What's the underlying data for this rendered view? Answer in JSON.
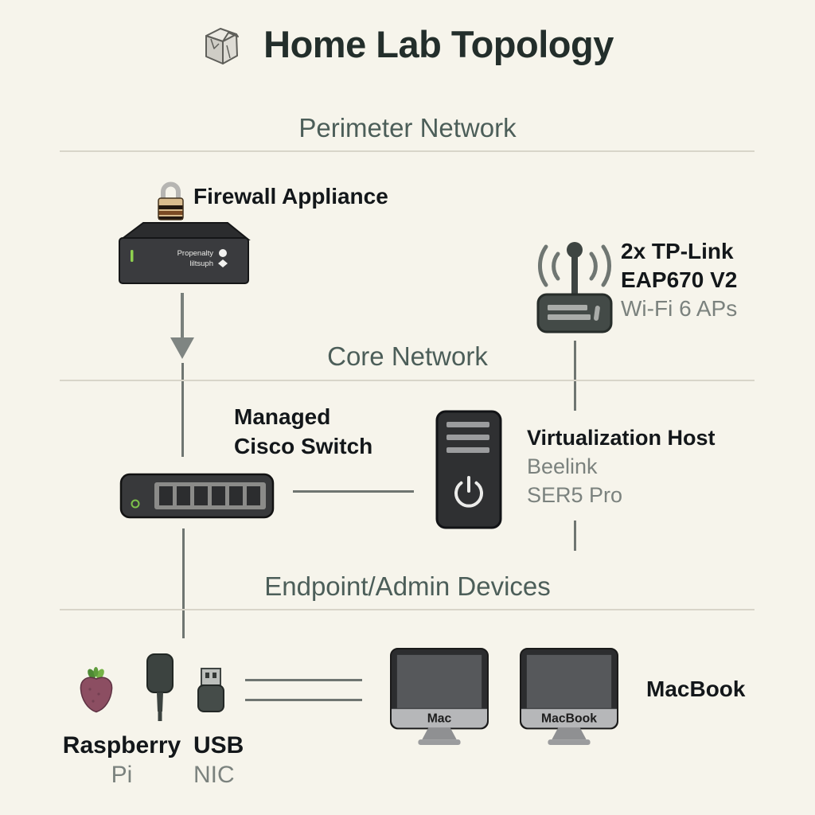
{
  "header": {
    "title": "Home Lab Topology"
  },
  "sections": {
    "perimeter": {
      "label": "Perimeter Network"
    },
    "core": {
      "label": "Core Network"
    },
    "endpoint": {
      "label": "Endpoint/Admin Devices"
    }
  },
  "firewall": {
    "label": "Firewall Appliance",
    "panel_text_line1": "Propenalty",
    "panel_text_line2": "liltsuph"
  },
  "access_point": {
    "title_line1": "2x TP-Link",
    "title_line2": "EAP670 V2",
    "subtitle": "Wi-Fi 6 APs"
  },
  "switch": {
    "label_line1": "Managed",
    "label_line2": "Cisco Switch"
  },
  "host": {
    "title": "Virtualization Host",
    "subtitle_line1": "Beelink",
    "subtitle_line2": "SER5 Pro"
  },
  "endpoints": {
    "raspberry": {
      "label_line1": "Raspberry",
      "label_line2": "Pi"
    },
    "usb_nic": {
      "label_line1": "USB",
      "label_line2": "NIC"
    },
    "monitor_mac": {
      "screen_label": "Mac"
    },
    "monitor_macbook": {
      "screen_label": "MacBook"
    },
    "macbook_label": "MacBook"
  },
  "colors": {
    "background": "#f6f4eb",
    "title_text": "#232e2b",
    "section_header": "#4c5e59",
    "divider": "#d8d5c9",
    "label_dark": "#13171a",
    "label_gray": "#7b827e",
    "connector": "#6f7571",
    "device_dark": "#38393b",
    "led_green": "#7dc24a",
    "berry": "#8c4e62",
    "monitor_chin": "#b6b7b9"
  }
}
